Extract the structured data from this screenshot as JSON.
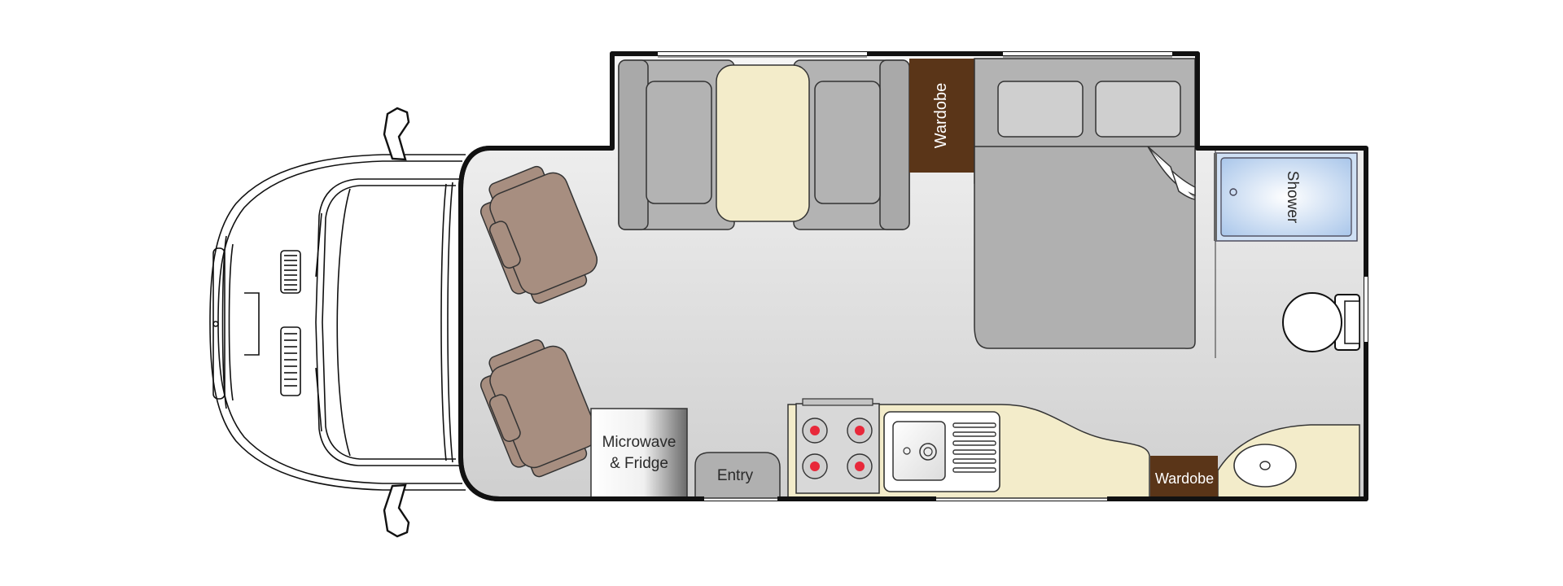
{
  "floorplan": {
    "labels": {
      "wardrobe_top": "Wardobe",
      "shower": "Shower",
      "microwave_line1": "Microwave",
      "microwave_line2": "& Fridge",
      "entry": "Entry",
      "wardrobe_bottom": "Wardobe"
    },
    "colors": {
      "floor": "#e6e6e6",
      "upholstery": "#b3b3b3",
      "table": "#f3ecca",
      "armchair": "#a78e80",
      "wardrobe": "#5a3518",
      "counter": "#f3ecca",
      "shower": "#cfe0f4",
      "burner": "#e8283a",
      "wall": "#111111"
    }
  }
}
